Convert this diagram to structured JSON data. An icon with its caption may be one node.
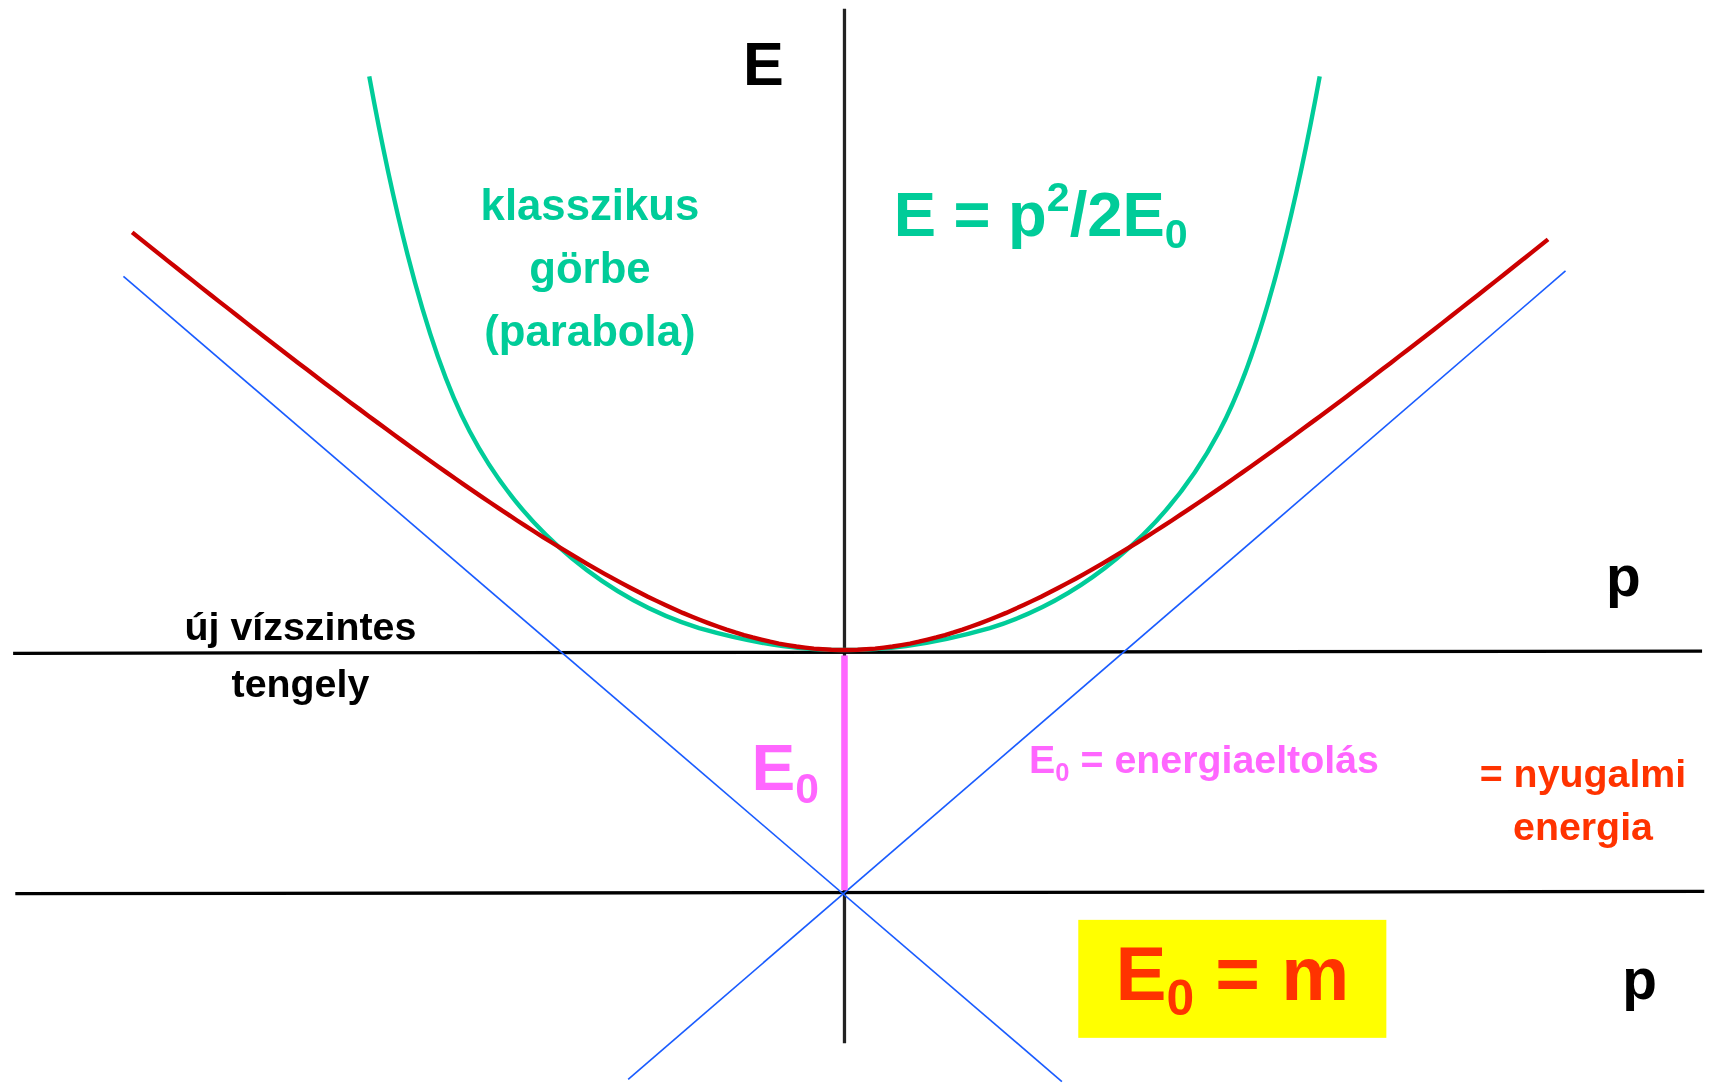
{
  "diagram": {
    "nodes": [
      {
        "text": [
          "E$_{0}$ = m"
        ]
      }
    ],
    "labels": [
      "E",
      "klasszikus görbe (parabola)",
      "E = p$^{2}$/2E$_{0}$",
      "p",
      "új vízszintes tengely",
      "E$_{0}$",
      "E$_{0}$ = energiaeltolás",
      "= nyugalmi energia",
      "p"
    ]
  }
}
